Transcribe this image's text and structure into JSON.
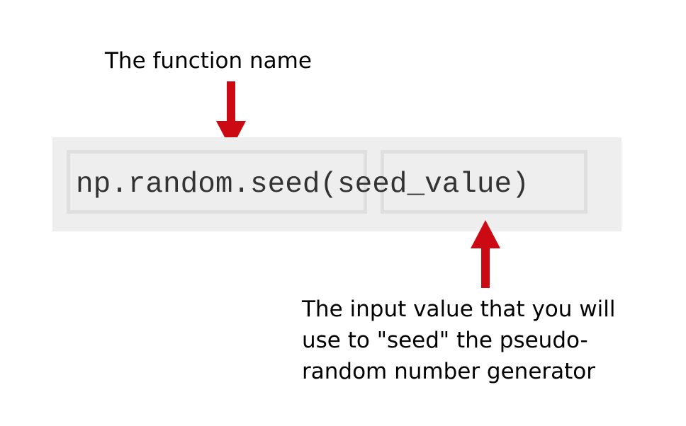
{
  "annotations": {
    "function_label": "The function name",
    "input_label_lines": [
      "The input value that you will",
      "use to \"seed\" the pseudo-",
      "random number generator"
    ]
  },
  "code": {
    "function_name": "np.random.seed",
    "open_paren": "(",
    "argument": "seed_value",
    "close_paren": ")"
  },
  "colors": {
    "arrow": "#cc0a14",
    "code_background": "#eeeeee",
    "box_border": "#dfdfdf",
    "code_text": "#333333"
  },
  "icons": {
    "top_arrow": "arrow-down-icon",
    "bottom_arrow": "arrow-up-icon"
  }
}
